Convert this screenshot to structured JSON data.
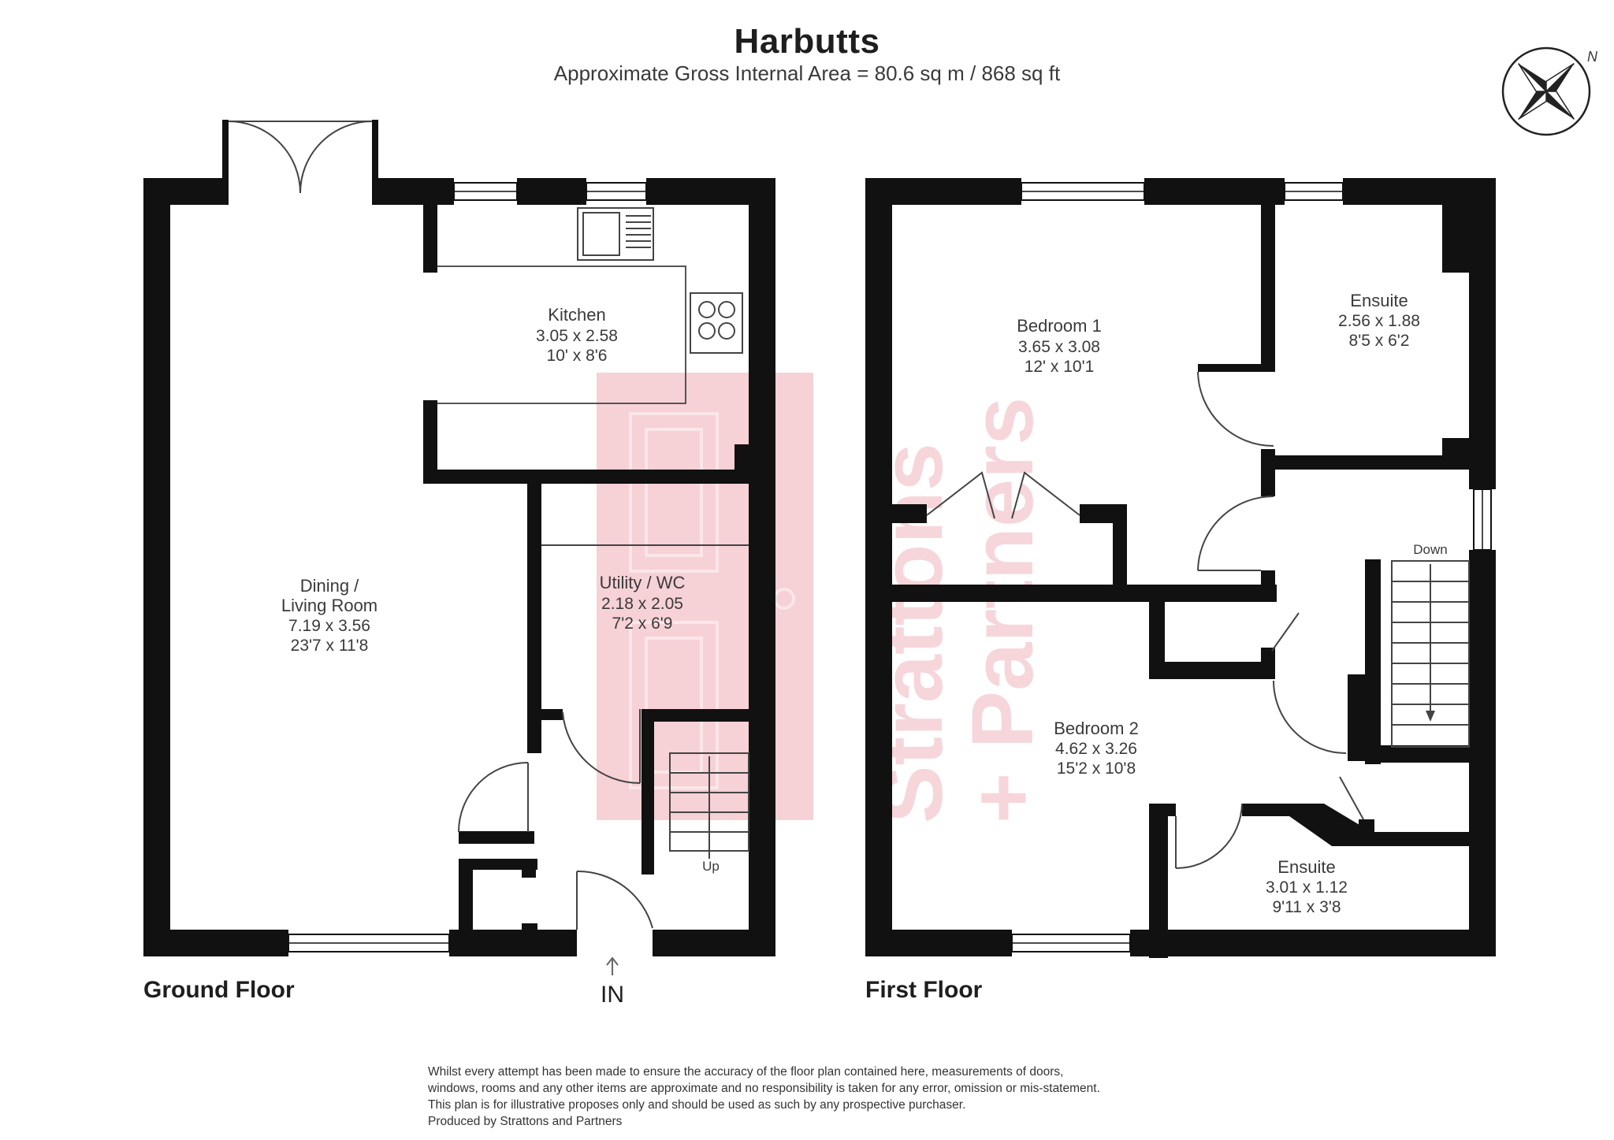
{
  "title": "Harbutts",
  "subtitle": "Approximate Gross Internal Area = 80.6 sq m / 868 sq ft",
  "compass": {
    "label": "N",
    "icon": "compass-rose-icon"
  },
  "watermark": {
    "text": "Strattons + Partners",
    "color": "#f4c9cf"
  },
  "ground_floor": {
    "label": "Ground Floor",
    "entrance": "IN",
    "stairs_label": "Up",
    "rooms": [
      {
        "name": "Kitchen",
        "metric": "3.05 x 2.58",
        "imperial": "10' x 8'6"
      },
      {
        "name": "Dining /",
        "name2": "Living Room",
        "metric": "7.19 x 3.56",
        "imperial": "23'7 x 11'8"
      },
      {
        "name": "Utility / WC",
        "metric": "2.18 x 2.05",
        "imperial": "7'2 x 6'9"
      }
    ]
  },
  "first_floor": {
    "label": "First Floor",
    "stairs_label": "Down",
    "rooms": [
      {
        "name": "Bedroom 1",
        "metric": "3.65 x 3.08",
        "imperial": "12' x 10'1"
      },
      {
        "name": "Ensuite",
        "metric": "2.56 x 1.88",
        "imperial": "8'5 x 6'2"
      },
      {
        "name": "Bedroom 2",
        "metric": "4.62 x 3.26",
        "imperial": "15'2 x 10'8"
      },
      {
        "name": "Ensuite",
        "metric": "3.01 x 1.12",
        "imperial": "9'11 x 3'8"
      }
    ]
  },
  "disclaimer": [
    "Whilst every attempt has been made to ensure the accuracy of the floor plan contained here, measurements of doors,",
    "windows, rooms and any other items are approximate and no responsibility is taken for any error, omission or mis-statement.",
    "This plan is for illustrative proposes only and should be used as such by any prospective purchaser.",
    "Produced by Strattons and Partners"
  ],
  "colors": {
    "wall": "#111111",
    "text": "#1e1e1e",
    "watermark": "#f4c9cf"
  }
}
